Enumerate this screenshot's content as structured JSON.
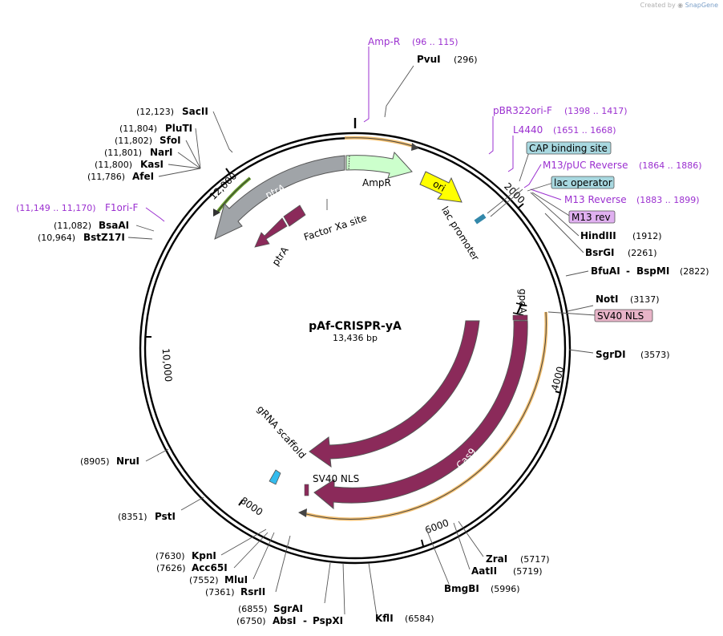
{
  "credit": {
    "text": "Created by",
    "brand": "SnapGene"
  },
  "plasmid": {
    "name": "pAf-CRISPR-yA",
    "length": "13,436 bp"
  },
  "ticks": [
    "2000",
    "4000",
    "6000",
    "8000",
    "10,000",
    "12,000"
  ],
  "enzymes": [
    {
      "name": "PvuI",
      "pos": "(296)"
    },
    {
      "name": "HindIII",
      "pos": "(1912)"
    },
    {
      "name": "BsrGI",
      "pos": "(2261)"
    },
    {
      "name": "BfuAI",
      "name2": "BspMI",
      "pos": "(2822)"
    },
    {
      "name": "NotI",
      "pos": "(3137)"
    },
    {
      "name": "SgrDI",
      "pos": "(3573)"
    },
    {
      "name": "ZraI",
      "pos": "(5717)"
    },
    {
      "name": "AatII",
      "pos": "(5719)"
    },
    {
      "name": "BmgBI",
      "pos": "(5996)"
    },
    {
      "name": "KflI",
      "pos": "(6584)"
    },
    {
      "name": "AbsI",
      "name2": "PspXI",
      "pos": "(6750)"
    },
    {
      "name": "SgrAI",
      "pos": "(6855)"
    },
    {
      "name": "RsrII",
      "pos": "(7361)"
    },
    {
      "name": "MluI",
      "pos": "(7552)"
    },
    {
      "name": "Acc65I",
      "pos": "(7626)"
    },
    {
      "name": "KpnI",
      "pos": "(7630)"
    },
    {
      "name": "PstI",
      "pos": "(8351)"
    },
    {
      "name": "NruI",
      "pos": "(8905)"
    },
    {
      "name": "BstZ17I",
      "pos": "(10,964)"
    },
    {
      "name": "BsaAI",
      "pos": "(11,082)"
    },
    {
      "name": "AfeI",
      "pos": "(11,786)"
    },
    {
      "name": "KasI",
      "pos": "(11,800)"
    },
    {
      "name": "NarI",
      "pos": "(11,801)"
    },
    {
      "name": "SfoI",
      "pos": "(11,802)"
    },
    {
      "name": "PluTI",
      "pos": "(11,804)"
    },
    {
      "name": "SacII",
      "pos": "(12,123)"
    }
  ],
  "primers": [
    {
      "name": "Amp-R",
      "pos": "(96 .. 115)"
    },
    {
      "name": "pBR322ori-F",
      "pos": "(1398 .. 1417)"
    },
    {
      "name": "L4440",
      "pos": "(1651 .. 1668)"
    },
    {
      "name": "M13/pUC Reverse",
      "pos": "(1864 .. 1886)"
    },
    {
      "name": "M13 Reverse",
      "pos": "(1883 .. 1899)"
    },
    {
      "name": "F1ori-F",
      "pos": "(11,149 .. 11,170)"
    }
  ],
  "boxed_features": [
    {
      "label": "CAP binding site",
      "color": "#a8d8e0"
    },
    {
      "label": "lac operator",
      "color": "#a8d8e0"
    },
    {
      "label": "M13 rev",
      "color": "#e0b0f0"
    },
    {
      "label": "SV40 NLS",
      "color": "#e8b4c8"
    }
  ],
  "features": {
    "ampr": "AmpR",
    "ori": "ori",
    "lac_promoter": "lac promoter",
    "ptra_outer": "ptrA",
    "ptra_inner": "ptrA",
    "factor_xa": "Factor Xa site",
    "gpda": "gpdA intron",
    "cas9_inner": "Cas9",
    "cas9_outer": "Cas9",
    "sv40_nls": "SV40 NLS",
    "grna": "gRNA scaffold"
  },
  "colors": {
    "backbone": "#000000",
    "ampr": "#ccffcc",
    "ori": "#ffff00",
    "ptra": "#a0a4a8",
    "cas9": "#8b2a5a",
    "grna": "#33bbee",
    "orf": "#f4c070",
    "primer": "#9b30d0"
  }
}
